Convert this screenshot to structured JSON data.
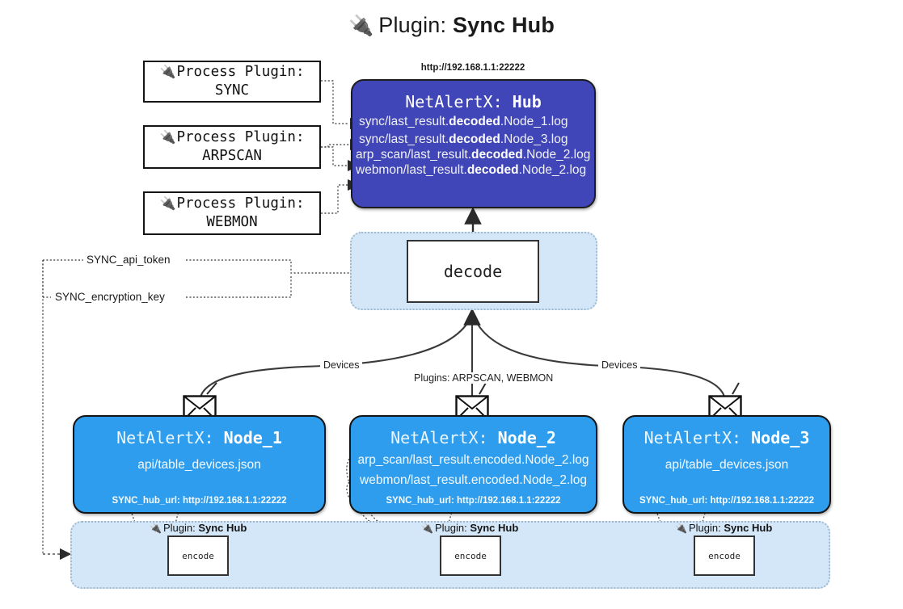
{
  "title": {
    "icon": "plug-icon",
    "prefix": "Plugin:",
    "name": "Sync Hub"
  },
  "process_plugins": [
    {
      "icon": "plug-icon",
      "line1": "Process Plugin:",
      "line2": "SYNC"
    },
    {
      "icon": "plug-icon",
      "line1": "Process Plugin:",
      "line2": "ARPSCAN"
    },
    {
      "icon": "plug-icon",
      "line1": "Process Plugin:",
      "line2": "WEBMON"
    }
  ],
  "hub": {
    "url": "http://192.168.1.1:22222",
    "title_prefix": "NetAlertX:",
    "title_name": "Hub",
    "logs": [
      {
        "pre": "sync/last_result.",
        "mid": "decoded",
        "post": ".Node_1.log"
      },
      {
        "pre": "sync/last_result.",
        "mid": "decoded",
        "post": ".Node_3.log"
      },
      {
        "pre": "arp_scan/last_result.",
        "mid": "decoded",
        "post": ".Node_2.log"
      },
      {
        "pre": "webmon/last_result.",
        "mid": "decoded",
        "post": ".Node_2.log"
      }
    ]
  },
  "decode": {
    "label": "decode"
  },
  "secrets": [
    {
      "label": "SYNC_api_token"
    },
    {
      "label": "SYNC_encryption_key"
    }
  ],
  "edge_labels": {
    "devices_left": "Devices",
    "devices_right": "Devices",
    "plugins_center": "Plugins: ARPSCAN, WEBMON"
  },
  "nodes": [
    {
      "icon": "envelope-icon",
      "title_prefix": "NetAlertX:",
      "title_name": "Node_1",
      "lines": [
        "api/table_devices.json"
      ],
      "hub_url_label": "SYNC_hub_url: http://192.168.1.1:22222"
    },
    {
      "icon": "envelope-icon",
      "title_prefix": "NetAlertX:",
      "title_name": "Node_2",
      "lines": [
        "arp_scan/last_result.encoded.Node_2.log",
        "webmon/last_result.encoded.Node_2.log"
      ],
      "hub_url_label": "SYNC_hub_url: http://192.168.1.1:22222"
    },
    {
      "icon": "envelope-icon",
      "title_prefix": "NetAlertX:",
      "title_name": "Node_3",
      "lines": [
        "api/table_devices.json"
      ],
      "hub_url_label": "SYNC_hub_url: http://192.168.1.1:22222"
    }
  ],
  "encoders": [
    {
      "icon": "plug-icon",
      "caption_prefix": "Plugin:",
      "caption_name": "Sync Hub",
      "box_label": "encode"
    },
    {
      "icon": "plug-icon",
      "caption_prefix": "Plugin:",
      "caption_name": "Sync Hub",
      "box_label": "encode"
    },
    {
      "icon": "plug-icon",
      "caption_prefix": "Plugin:",
      "caption_name": "Sync Hub",
      "box_label": "encode"
    }
  ],
  "colors": {
    "hub_fill": "#4046b8",
    "node_fill": "#2f9ded",
    "zone_fill": "#d4e7f8",
    "stroke": "#141414",
    "page_bg": "#ffffff"
  }
}
